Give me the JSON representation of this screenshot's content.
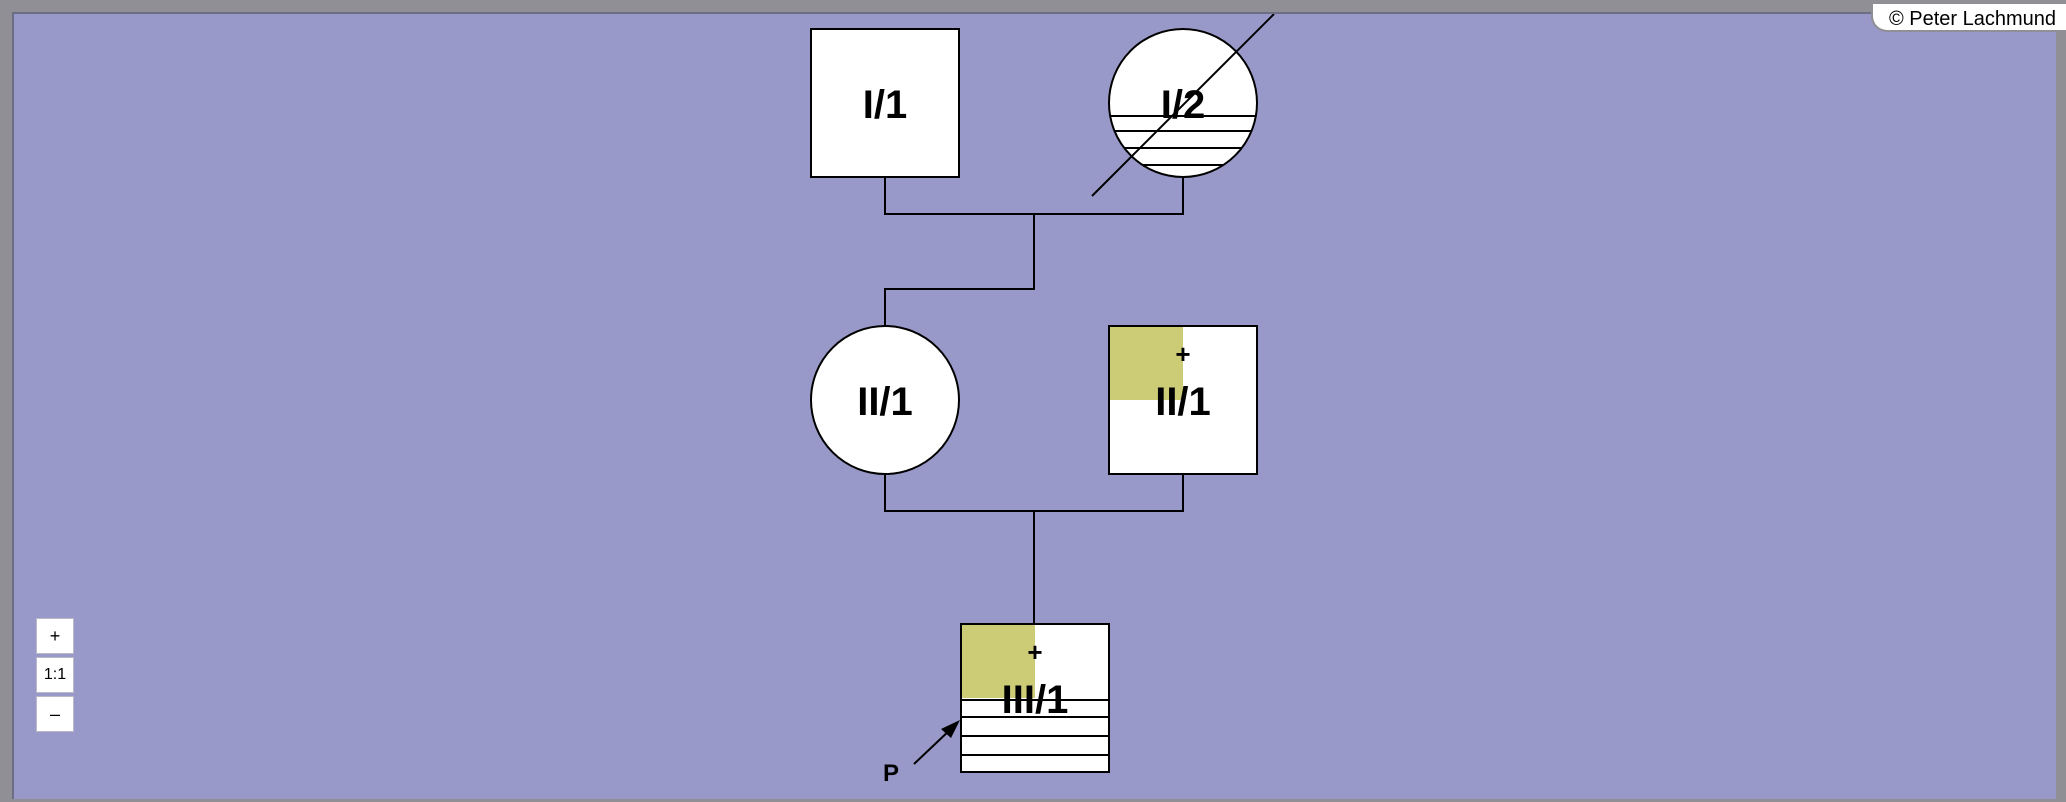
{
  "copyright": "© Peter Lachmund",
  "zoom_controls": {
    "zoom_in_label": "+",
    "reset_label": "1:1",
    "zoom_out_label": "–"
  },
  "pedigree": {
    "nodes": [
      {
        "id": "g1-male",
        "label": "I/1",
        "sex": "male",
        "generation": 1,
        "deceased": false,
        "affected_quadrant": false,
        "striped": false
      },
      {
        "id": "g1-female",
        "label": "I/2",
        "sex": "female",
        "generation": 1,
        "deceased": true,
        "affected_quadrant": false,
        "striped": true
      },
      {
        "id": "g2-female",
        "label": "II/1",
        "sex": "female",
        "generation": 2,
        "deceased": false,
        "affected_quadrant": false,
        "striped": false
      },
      {
        "id": "g2-male",
        "label": "II/1",
        "sex": "male",
        "generation": 2,
        "deceased": false,
        "affected_quadrant": true,
        "marker": "+",
        "striped": false
      },
      {
        "id": "g3-male",
        "label": "III/1",
        "sex": "male",
        "generation": 3,
        "deceased": false,
        "affected_quadrant": true,
        "marker": "+",
        "striped": true,
        "proband": true
      }
    ],
    "proband_label": "P",
    "colors": {
      "background": "#9999c9",
      "node_fill": "#ffffff",
      "affected_fill": "#cccc77",
      "line": "#000000"
    }
  }
}
